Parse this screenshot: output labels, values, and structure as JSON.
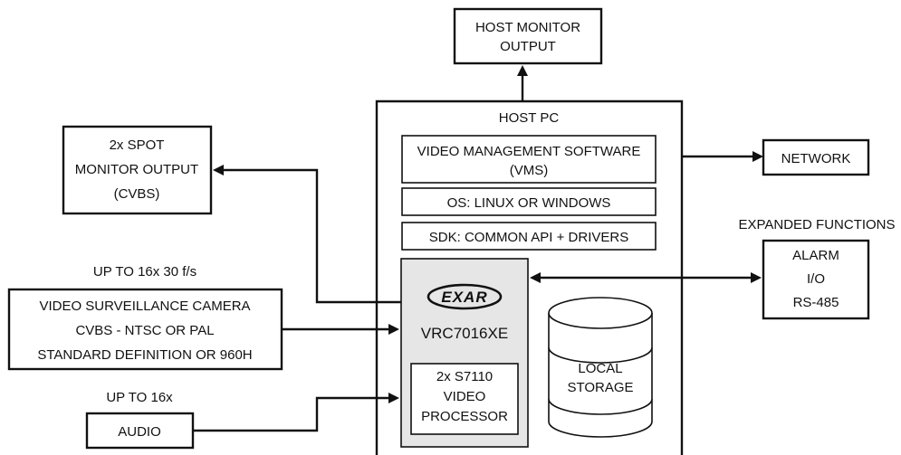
{
  "host_monitor": [
    "HOST MONITOR",
    "OUTPUT"
  ],
  "host_pc": {
    "title": "HOST PC",
    "vms": [
      "VIDEO MANAGEMENT SOFTWARE",
      "(VMS)"
    ],
    "os": "OS: LINUX OR WINDOWS",
    "sdk": "SDK: COMMON API + DRIVERS"
  },
  "network": "NETWORK",
  "spot_monitor": [
    "2x SPOT",
    "MONITOR OUTPUT",
    "(CVBS)"
  ],
  "expanded": {
    "caption": "EXPANDED FUNCTIONS",
    "lines": [
      "ALARM",
      "I/O",
      "RS-485"
    ]
  },
  "camera": {
    "caption": "UP TO 16x 30 f/s",
    "lines": [
      "VIDEO SURVEILLANCE CAMERA",
      "CVBS - NTSC OR PAL",
      "STANDARD DEFINITION OR 960H"
    ]
  },
  "audio": {
    "caption": "UP TO 16x",
    "label": "AUDIO"
  },
  "chip": {
    "logo": "EXAR",
    "model": "VRC7016XE",
    "processor": [
      "2x S7110",
      "VIDEO",
      "PROCESSOR"
    ]
  },
  "storage": [
    "LOCAL",
    "STORAGE"
  ]
}
